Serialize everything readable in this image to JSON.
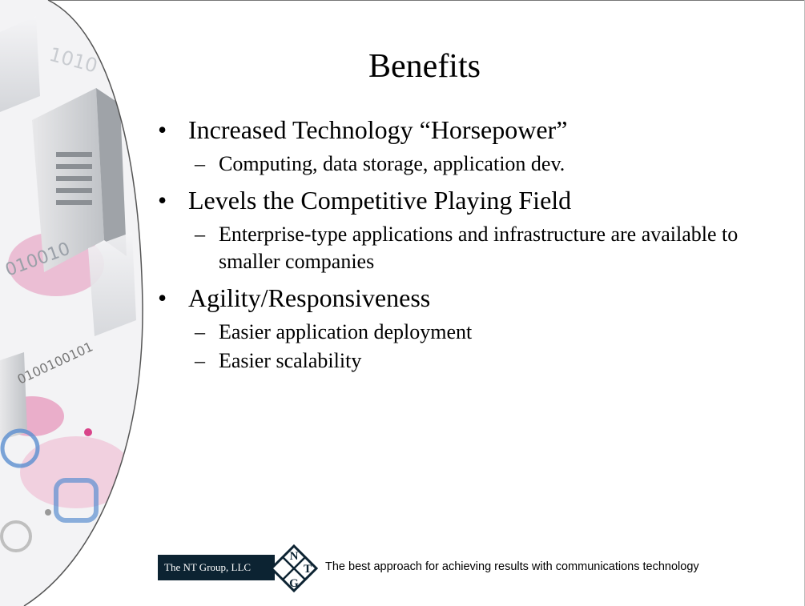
{
  "slide": {
    "title": "Benefits",
    "bullets": [
      {
        "text": "Increased Technology “Horsepower”",
        "subs": [
          "Computing, data storage, application dev."
        ]
      },
      {
        "text": "Levels the Competitive Playing Field",
        "subs": [
          "Enterprise-type applications and infrastructure are available to smaller companies"
        ]
      },
      {
        "text": "Agility/Responsiveness",
        "subs": [
          "Easier application deployment",
          "Easier scalability"
        ]
      }
    ],
    "bullet_glyph": "•",
    "dash_glyph": "–"
  },
  "footer": {
    "company": "The NT Group, LLC",
    "logo_letters": [
      "N",
      "T",
      "G"
    ],
    "tagline": "The best approach for achieving results with communications technology"
  },
  "colors": {
    "logo_background": "#0c2332",
    "accent_pink": "#d9448a",
    "accent_blue": "#5b8fd0"
  },
  "decoration": {
    "description_icon": "abstract-server-binary-art"
  }
}
